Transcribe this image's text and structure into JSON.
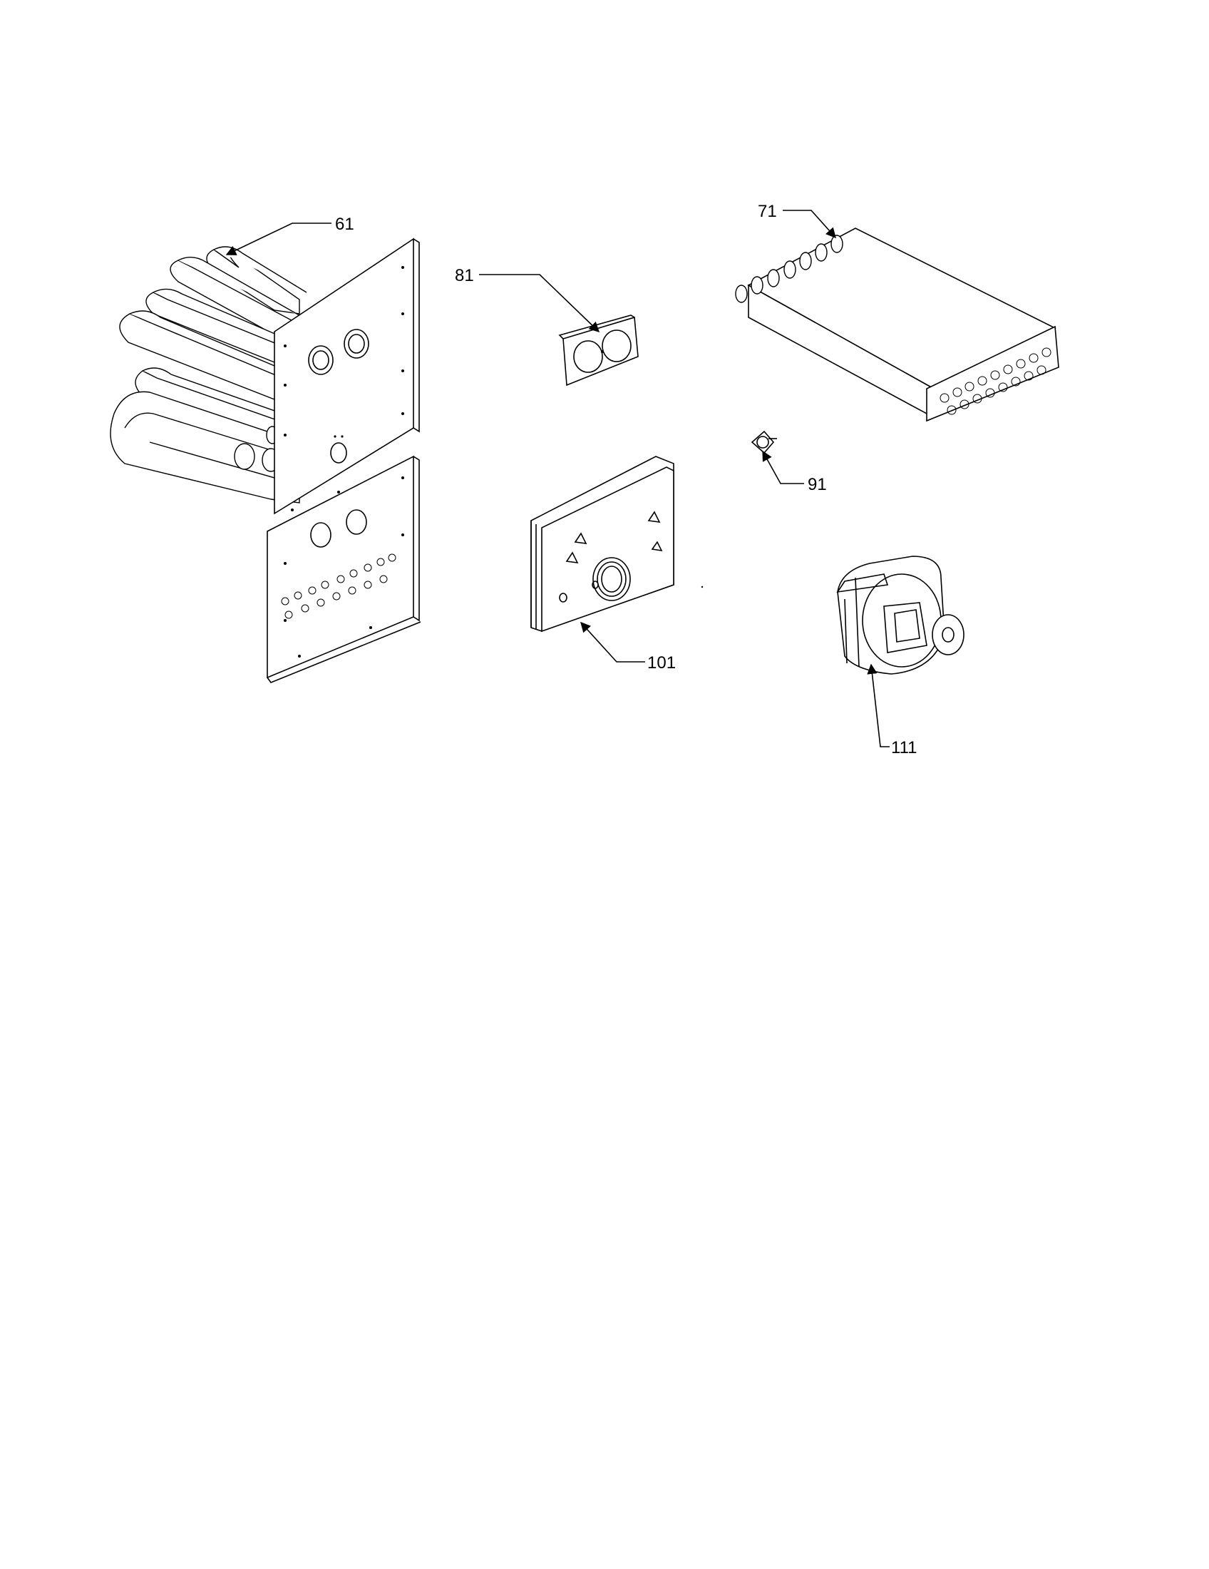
{
  "diagram": {
    "callouts": {
      "p61": "61",
      "p71": "71",
      "p81": "81",
      "p91": "91",
      "p101": "101",
      "p111": "111"
    }
  }
}
